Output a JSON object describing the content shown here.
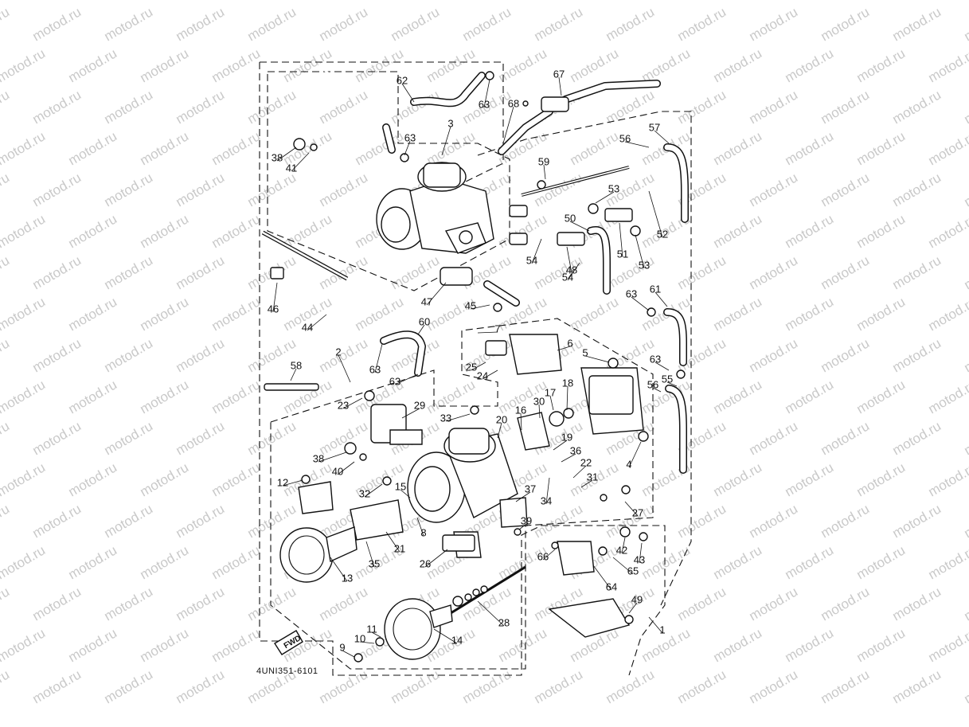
{
  "watermark": {
    "text": "motod.ru"
  },
  "drawing_code": "4UNI351-6101",
  "fwd_badge": "FWD",
  "callouts": [
    {
      "id": "1",
      "text": "1"
    },
    {
      "id": "2",
      "text": "2"
    },
    {
      "id": "3",
      "text": "3"
    },
    {
      "id": "4",
      "text": "4"
    },
    {
      "id": "5",
      "text": "5"
    },
    {
      "id": "6",
      "text": "6"
    },
    {
      "id": "7",
      "text": "7"
    },
    {
      "id": "8",
      "text": "8"
    },
    {
      "id": "9",
      "text": "9"
    },
    {
      "id": "10",
      "text": "10"
    },
    {
      "id": "11",
      "text": "11"
    },
    {
      "id": "12",
      "text": "12"
    },
    {
      "id": "13",
      "text": "13"
    },
    {
      "id": "14",
      "text": "14"
    },
    {
      "id": "15",
      "text": "15"
    },
    {
      "id": "16",
      "text": "16"
    },
    {
      "id": "17",
      "text": "17"
    },
    {
      "id": "18",
      "text": "18"
    },
    {
      "id": "19",
      "text": "19"
    },
    {
      "id": "20",
      "text": "20"
    },
    {
      "id": "21",
      "text": "21"
    },
    {
      "id": "22",
      "text": "22"
    },
    {
      "id": "23",
      "text": "23"
    },
    {
      "id": "24",
      "text": "24"
    },
    {
      "id": "25",
      "text": "25"
    },
    {
      "id": "26",
      "text": "26"
    },
    {
      "id": "27",
      "text": "27"
    },
    {
      "id": "28",
      "text": "28"
    },
    {
      "id": "29",
      "text": "29"
    },
    {
      "id": "30",
      "text": "30"
    },
    {
      "id": "31",
      "text": "31"
    },
    {
      "id": "32",
      "text": "32"
    },
    {
      "id": "33",
      "text": "33"
    },
    {
      "id": "34",
      "text": "34"
    },
    {
      "id": "35",
      "text": "35"
    },
    {
      "id": "36",
      "text": "36"
    },
    {
      "id": "37",
      "text": "37"
    },
    {
      "id": "38a",
      "text": "38"
    },
    {
      "id": "38b",
      "text": "38"
    },
    {
      "id": "39",
      "text": "39"
    },
    {
      "id": "40",
      "text": "40"
    },
    {
      "id": "41",
      "text": "41"
    },
    {
      "id": "42",
      "text": "42"
    },
    {
      "id": "43",
      "text": "43"
    },
    {
      "id": "44",
      "text": "44"
    },
    {
      "id": "45",
      "text": "45"
    },
    {
      "id": "46",
      "text": "46"
    },
    {
      "id": "47",
      "text": "47"
    },
    {
      "id": "48",
      "text": "48"
    },
    {
      "id": "49",
      "text": "49"
    },
    {
      "id": "50",
      "text": "50"
    },
    {
      "id": "51",
      "text": "51"
    },
    {
      "id": "52",
      "text": "52"
    },
    {
      "id": "53a",
      "text": "53"
    },
    {
      "id": "53b",
      "text": "53"
    },
    {
      "id": "54a",
      "text": "54"
    },
    {
      "id": "54b",
      "text": "54"
    },
    {
      "id": "55",
      "text": "55"
    },
    {
      "id": "56a",
      "text": "56"
    },
    {
      "id": "56b",
      "text": "56"
    },
    {
      "id": "57",
      "text": "57"
    },
    {
      "id": "58",
      "text": "58"
    },
    {
      "id": "59",
      "text": "59"
    },
    {
      "id": "60",
      "text": "60"
    },
    {
      "id": "61",
      "text": "61"
    },
    {
      "id": "62",
      "text": "62"
    },
    {
      "id": "63a",
      "text": "63"
    },
    {
      "id": "63b",
      "text": "63"
    },
    {
      "id": "63c",
      "text": "63"
    },
    {
      "id": "63d",
      "text": "63"
    },
    {
      "id": "63e",
      "text": "63"
    },
    {
      "id": "63f",
      "text": "63"
    },
    {
      "id": "64",
      "text": "64"
    },
    {
      "id": "65",
      "text": "65"
    },
    {
      "id": "66",
      "text": "66"
    },
    {
      "id": "67",
      "text": "67"
    },
    {
      "id": "68",
      "text": "68"
    }
  ]
}
